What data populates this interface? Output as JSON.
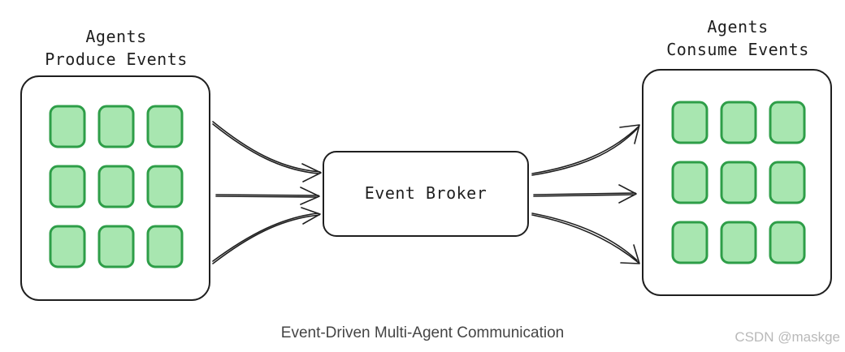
{
  "producers": {
    "title_line1": "Agents",
    "title_line2": "Produce Events"
  },
  "broker": {
    "label": "Event Broker"
  },
  "consumers": {
    "title_line1": "Agents",
    "title_line2": "Consume Events"
  },
  "caption": "Event-Driven Multi-Agent Communication",
  "watermark": "CSDN @maskge",
  "colors": {
    "cell_fill": "#a8e6b0",
    "cell_stroke": "#2e9e48",
    "ink": "#1f1f1f"
  }
}
